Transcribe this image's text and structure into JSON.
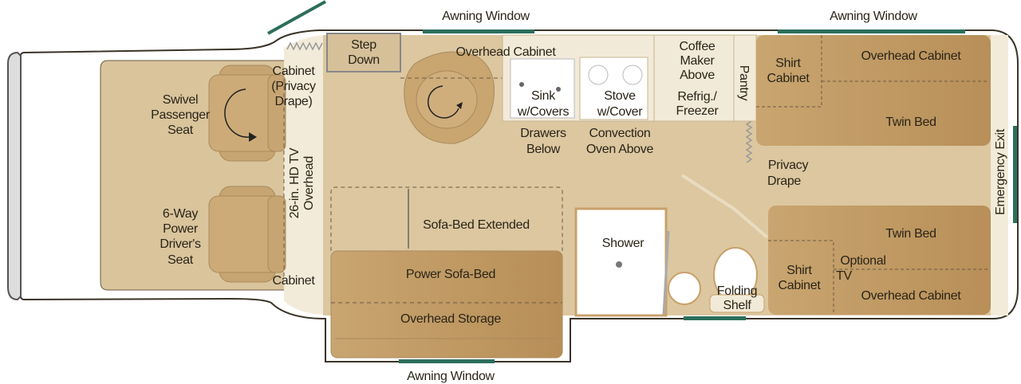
{
  "colors": {
    "floor": "#dcc7a0",
    "cab_floor": "#d6bf95",
    "furniture": "#c6a06a",
    "furniture_dark": "#b8915a",
    "counter": "#f2ead8",
    "window": "#2c6e5c",
    "wall": "#ffffff",
    "outline": "#5a4c38"
  },
  "windows": {
    "top_left": "Awning Window",
    "top_right": "Awning Window",
    "bottom": "Awning Window",
    "emergency": "Emergency Exit"
  },
  "cab": {
    "passenger_seat": [
      "Swivel",
      "Passenger",
      "Seat"
    ],
    "driver_seat": [
      "6-Way",
      "Power",
      "Driver's",
      "Seat"
    ],
    "cabinet_top": [
      "Cabinet",
      "(Privacy",
      "Drape)"
    ],
    "cabinet_bottom": "Cabinet",
    "tv": [
      "26-in. HD TV",
      "Overhead"
    ]
  },
  "living": {
    "step_down": [
      "Step",
      "Down"
    ],
    "overhead_cabinet": "Overhead Cabinet",
    "sofa_extended": "Sofa-Bed Extended",
    "sofa": "Power Sofa-Bed",
    "overhead_storage": "Overhead Storage"
  },
  "kitchen": {
    "sink": [
      "Sink",
      "w/Covers"
    ],
    "stove": [
      "Stove",
      "w/Cover"
    ],
    "drawers": [
      "Drawers",
      "Below"
    ],
    "oven": [
      "Convection",
      "Oven Above"
    ],
    "coffee": [
      "Coffee",
      "Maker",
      "Above"
    ],
    "fridge": [
      "Refrig./",
      "Freezer"
    ],
    "pantry": "Pantry"
  },
  "bath": {
    "shower": "Shower",
    "shelf": [
      "Folding",
      "Shelf"
    ]
  },
  "bedroom": {
    "upper_shirt": [
      "Shirt",
      "Cabinet"
    ],
    "upper_overhead": "Overhead Cabinet",
    "upper_bed": "Twin Bed",
    "privacy": [
      "Privacy",
      "Drape"
    ],
    "lower_bed": "Twin Bed",
    "lower_shirt": [
      "Shirt",
      "Cabinet"
    ],
    "optional_tv": [
      "Optional",
      "TV"
    ],
    "lower_overhead": "Overhead Cabinet"
  }
}
